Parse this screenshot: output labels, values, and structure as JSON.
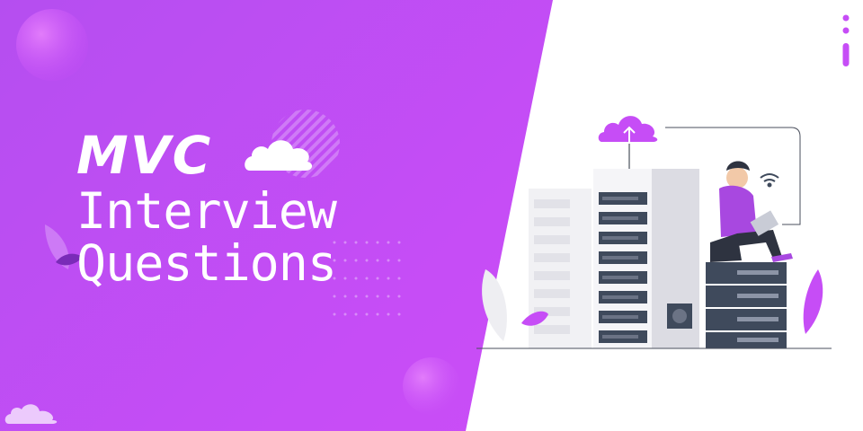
{
  "banner": {
    "title_word": "MVC",
    "title_line_1": "Interview",
    "title_line_2": "Questions"
  },
  "colors": {
    "purple": "#c64df6",
    "purple_dark": "#9a3fd6",
    "server_dark": "#3f4a5c",
    "white": "#ffffff"
  },
  "icons": [
    "cloud-icon",
    "brand-logo-icon",
    "server-rack-illustration",
    "person-with-laptop-illustration",
    "wifi-icon",
    "upload-cloud-icon",
    "leaf-icon"
  ]
}
